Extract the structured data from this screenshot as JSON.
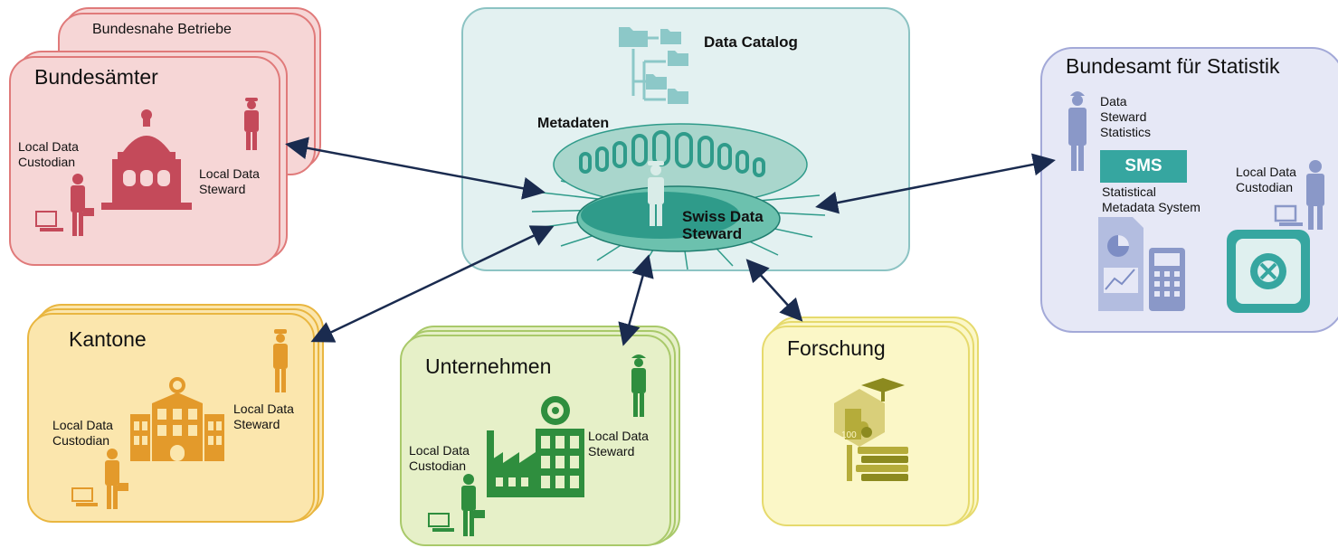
{
  "bund": {
    "stack_label": "Bundesnahe Betriebe",
    "title": "Bundesämter",
    "custodian": "Local Data\nCustodian",
    "steward": "Local Data\nSteward"
  },
  "center": {
    "catalog": "Data Catalog",
    "metadaten": "Metadaten",
    "swiss": "Swiss Data\nSteward"
  },
  "bfs": {
    "title": "Bundesamt für Statistik",
    "steward": "Data\nSteward\nStatistics",
    "sms": "SMS",
    "sms_desc": "Statistical\nMetadata System",
    "custodian": "Local Data\nCustodian"
  },
  "kantone": {
    "title": "Kantone",
    "custodian": "Local Data\nCustodian",
    "steward": "Local Data\nSteward"
  },
  "unternehmen": {
    "title": "Unternehmen",
    "custodian": "Local Data\nCustodian",
    "steward": "Local Data\nSteward"
  },
  "forschung": {
    "title": "Forschung",
    "book_label": "100"
  },
  "colors": {
    "bund_fill": "#f6d6d6",
    "bund_border": "#e07a7a",
    "bund_icon": "#c44a5a",
    "center_fill": "#e3f1f1",
    "center_border": "#8cc3c3",
    "teal": "#2f9b8a",
    "bfs_fill": "#e6e8f6",
    "bfs_border": "#a3a9d8",
    "bfs_icon": "#8a98c8",
    "kant_fill": "#fbe6ad",
    "kant_border": "#e9b640",
    "kant_icon": "#e39a2b",
    "unt_fill": "#e6f0c8",
    "unt_border": "#a9c96a",
    "unt_icon": "#2f8e3e",
    "forsch_fill": "#fbf7c7",
    "forsch_border": "#e6da6d",
    "forsch_icon": "#b5ac3a",
    "arrow": "#1a2b4f"
  }
}
